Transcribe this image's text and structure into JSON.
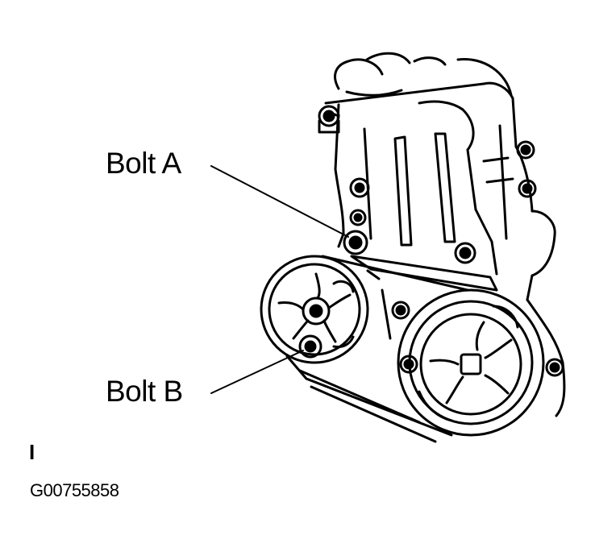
{
  "callouts": {
    "bolt_a": "Bolt A",
    "bolt_b": "Bolt B"
  },
  "view_mark": "I",
  "figure_id": "G00755858"
}
